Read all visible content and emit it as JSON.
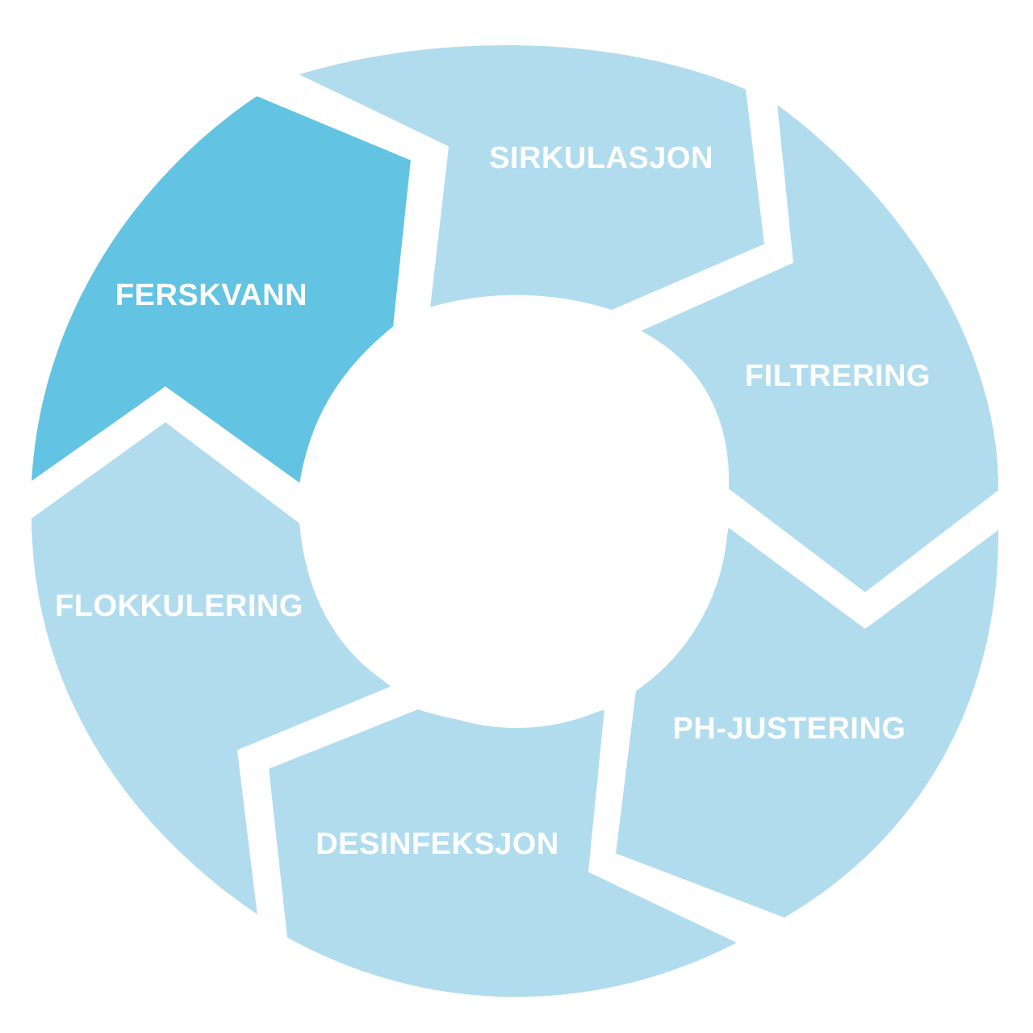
{
  "diagram": {
    "type": "cycle",
    "colors": {
      "default": "#b0dcee",
      "highlight": "#62c3e2",
      "center": "#ffffff"
    },
    "segments": [
      {
        "id": "ferskvann",
        "label": "FERSKVANN",
        "highlighted": true
      },
      {
        "id": "sirkulasjon",
        "label": "SIRKULASJON",
        "highlighted": false
      },
      {
        "id": "filtrering",
        "label": "FILTRERING",
        "highlighted": false
      },
      {
        "id": "ph-justering",
        "label": "PH-JUSTERING",
        "highlighted": false
      },
      {
        "id": "desinfeksjon",
        "label": "DESINFEKSJON",
        "highlighted": false
      },
      {
        "id": "flokkulering",
        "label": "FLOKKULERING",
        "highlighted": false
      }
    ],
    "flow": [
      [
        "ferskvann",
        "sirkulasjon"
      ],
      [
        "sirkulasjon",
        "filtrering"
      ],
      [
        "filtrering",
        "ph-justering"
      ],
      [
        "ph-justering",
        "desinfeksjon"
      ],
      [
        "desinfeksjon",
        "flokkulering"
      ],
      [
        "flokkulering",
        "ferskvann"
      ]
    ]
  }
}
